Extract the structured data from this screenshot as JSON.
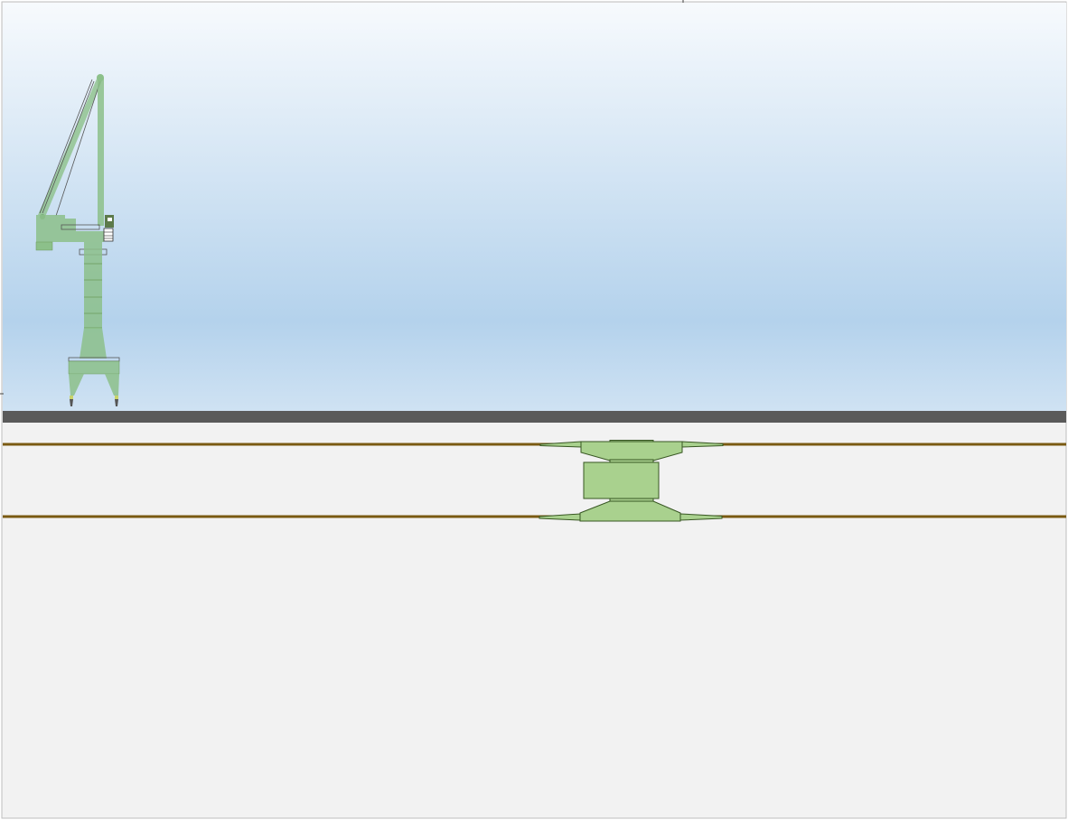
{
  "scene": {
    "type": "crane-and-track-schematic",
    "elements": [
      "portal-crane",
      "quay-platform",
      "rail-track",
      "crane-base-plan"
    ]
  },
  "colors": {
    "sky_top": "#f7fafd",
    "sky_bottom": "#b4d2ec",
    "ground": "#f2f2f2",
    "platform": "#5a5a5a",
    "rail": "#7a5a12",
    "crane_fill": "#a9d18e",
    "crane_fill_translucent": "#8cc08a",
    "crane_stroke": "#385723",
    "frame": "#bfbfbf"
  }
}
